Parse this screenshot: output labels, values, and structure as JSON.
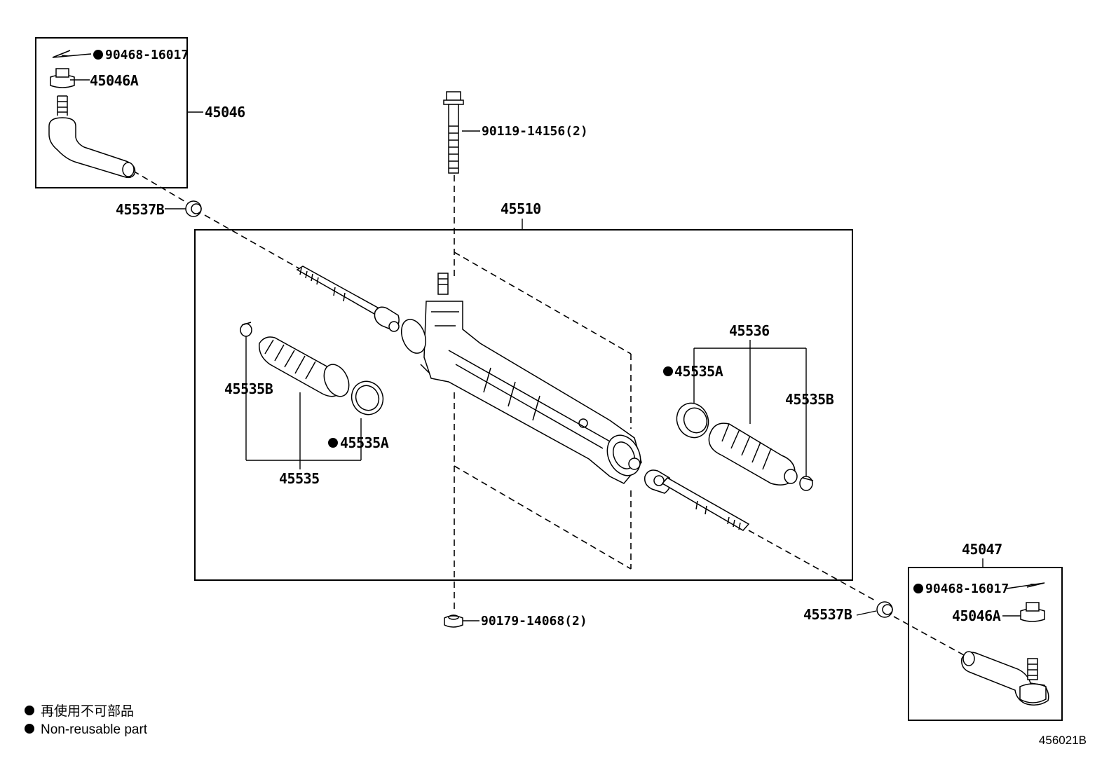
{
  "labels": {
    "clip_top": "90468-16017",
    "nut_top": "45046A",
    "tie_rod_end_left": "45046",
    "bolt": "90119-14156(2)",
    "grommet_left": "45537B",
    "gear_assembly": "45510",
    "boot_set_right": "45536",
    "clamp_right_a": "45535A",
    "clamp_right_b": "45535B",
    "clamp_left_b": "45535B",
    "clamp_left_a": "45535A",
    "boot_set_left": "45535",
    "tie_rod_end_right": "45047",
    "clip_bottom": "90468-16017",
    "nut_bottom": "45046A",
    "grommet_right": "45537B",
    "nut_lower": "90179-14068(2)"
  },
  "legend": {
    "line_ja": "再使用不可部品",
    "line_en": "Non-reusable part"
  },
  "figure_ref": "456021B"
}
